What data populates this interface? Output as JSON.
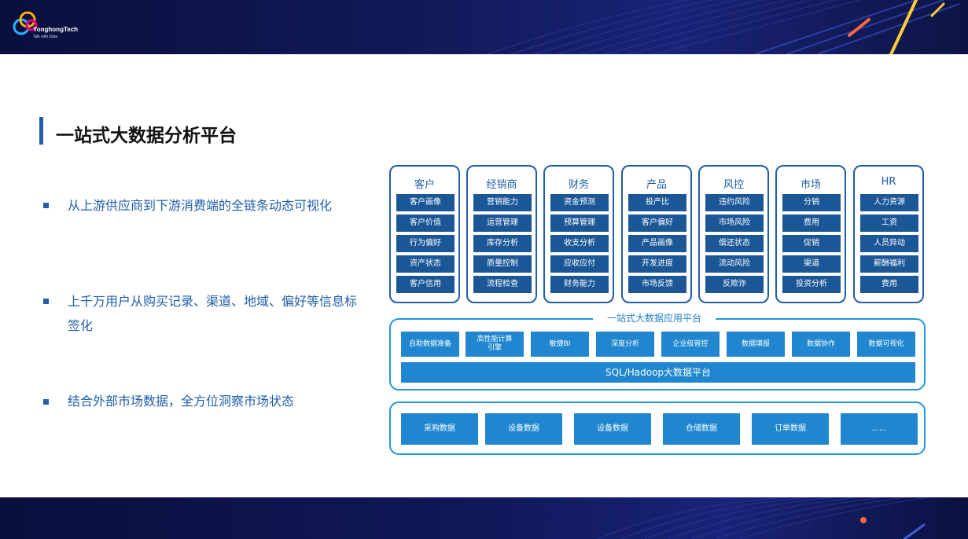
{
  "header": {
    "brand": "YonghongTech",
    "tagline": "Talk with Data"
  },
  "page_title": "一站式大数据分析平台",
  "bullets": [
    "从上游供应商到下游消费端的全链条动态可视化",
    "上千万用户从购买记录、渠道、地域、偏好等信息标签化",
    "结合外部市场数据，全方位洞察市场状态"
  ],
  "categories": [
    {
      "title": "客户",
      "items": [
        "客户画像",
        "客户价值",
        "行为偏好",
        "资产状态",
        "客户信用"
      ]
    },
    {
      "title": "经销商",
      "items": [
        "营销能力",
        "运营管理",
        "库存分析",
        "质量控制",
        "流程检查"
      ]
    },
    {
      "title": "财务",
      "items": [
        "资金预测",
        "预算管理",
        "收支分析",
        "应收应付",
        "财务能力"
      ]
    },
    {
      "title": "产品",
      "items": [
        "投产比",
        "客户偏好",
        "产品画像",
        "开发进度",
        "市场反馈"
      ]
    },
    {
      "title": "风控",
      "items": [
        "违约风险",
        "市场风险",
        "偿还状态",
        "流动风险",
        "反欺诈"
      ]
    },
    {
      "title": "市场",
      "items": [
        "分销",
        "费用",
        "促销",
        "渠道",
        "投资分析"
      ]
    },
    {
      "title": "HR",
      "items": [
        "人力资源",
        "工资",
        "人员异动",
        "薪酬福利",
        "费用"
      ]
    }
  ],
  "platform": {
    "label": "一站式大数据应用平台",
    "tools": [
      "自助数据准备",
      "高性能计算\n引擎",
      "敏捷BI",
      "深度分析",
      "企业级管控",
      "数据填报",
      "数据协作",
      "数据可视化"
    ],
    "base": "SQL/Hadoop大数据平台"
  },
  "sources": [
    "采购数据",
    "设备数据",
    "设备数据",
    "仓储数据",
    "订单数据",
    "......"
  ]
}
